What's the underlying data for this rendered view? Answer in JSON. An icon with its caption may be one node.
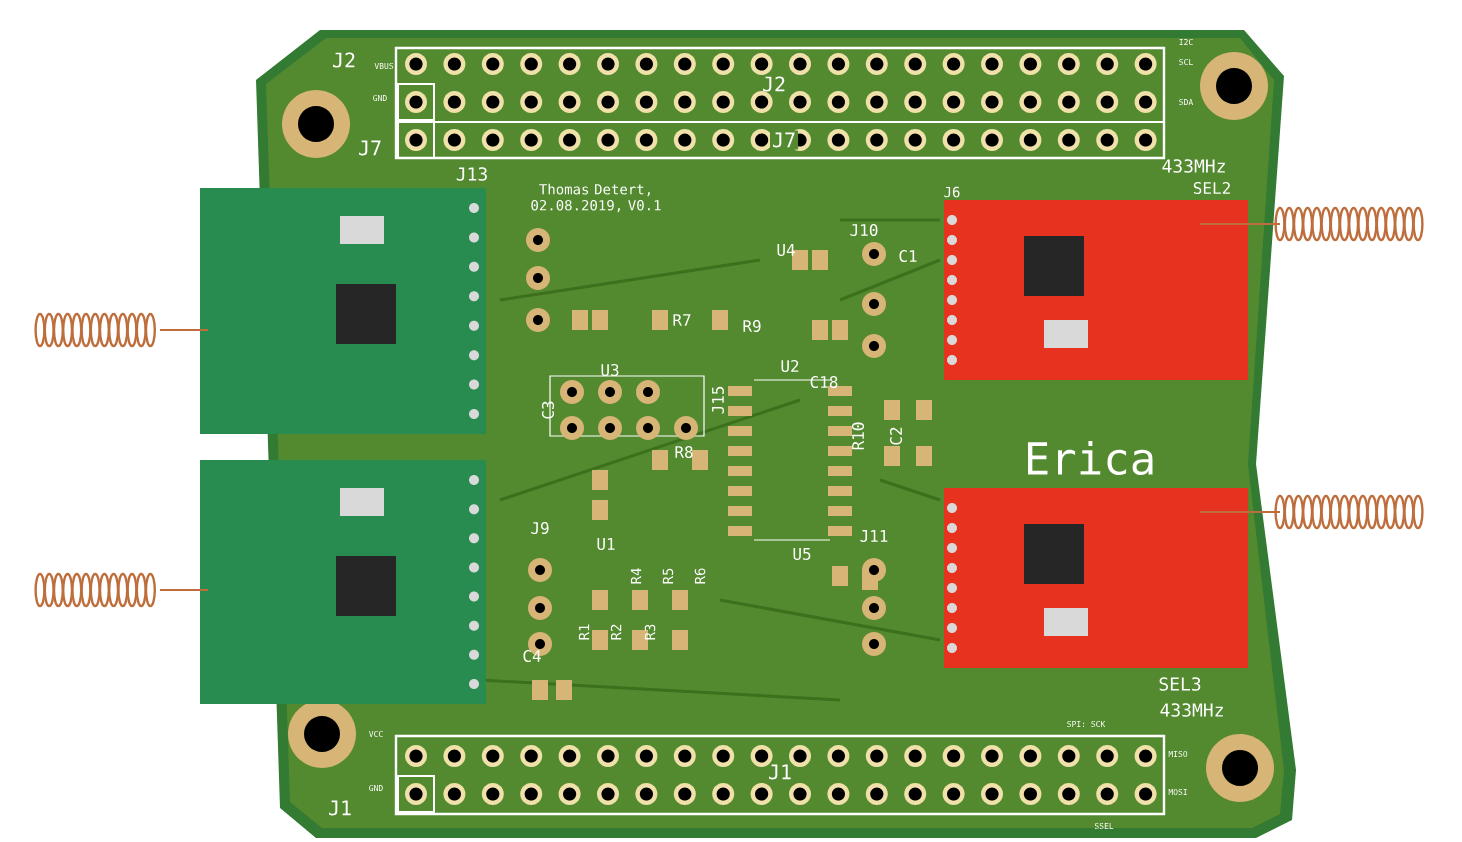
{
  "diagram": {
    "labels": [
      "J2",
      "VBUS",
      "GND",
      "J7",
      "J2",
      "J7",
      "I2C",
      "SCL",
      "SDA",
      "J13",
      "Thomas Detert, 02.08.2019, V0.1",
      "J6",
      "433MHz",
      "SEL2",
      "U4",
      "J10",
      "C1",
      "R7",
      "R9",
      "U2",
      "C18",
      "U3",
      "J15",
      "C3",
      "R8",
      "R10",
      "C2",
      "J9",
      "U1",
      "R4",
      "R5",
      "R6",
      "R1",
      "R2",
      "R3",
      "U5",
      "J11",
      "C4",
      "Erica",
      "SEL3",
      "433MHz",
      "SPI: SCK",
      "VCC",
      "MISO",
      "GND",
      "J1",
      "MOSI",
      "J1",
      "SSEL"
    ]
  }
}
